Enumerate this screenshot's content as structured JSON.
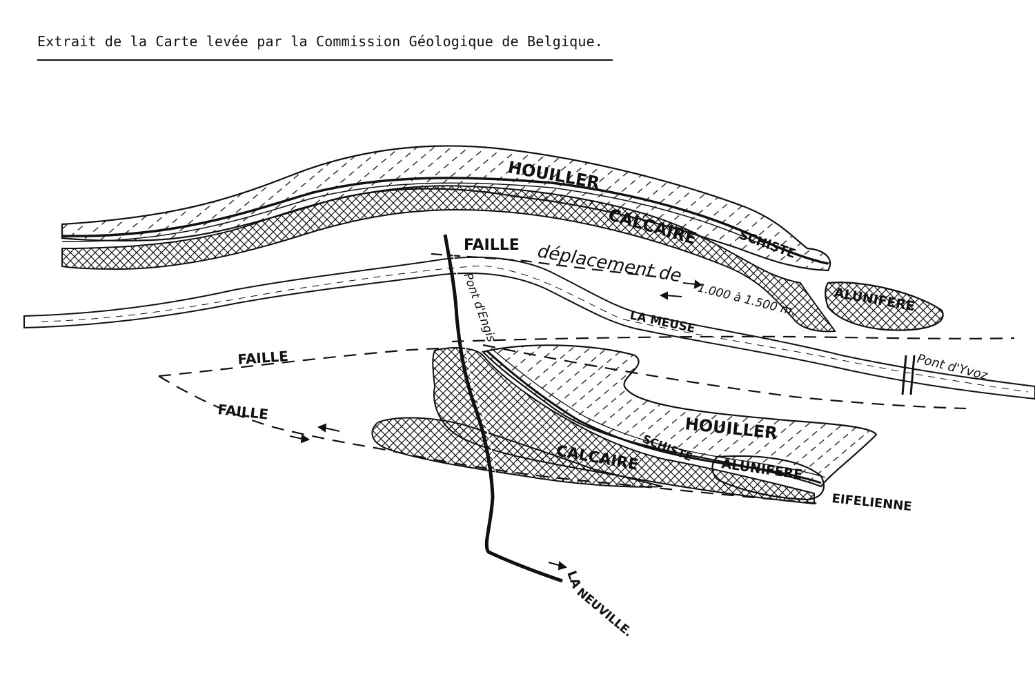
{
  "title": "Extrait de la Carte levée par la Commission Géologique de Belgique.",
  "labels": {
    "houiller_north": "HOUILLER",
    "calcaire_north": "CALCAIRE",
    "schiste_north": "SCHISTE",
    "alunifere_north": "ALUNIFERE",
    "faille_main": "FAILLE",
    "deplacement": "déplacement de",
    "distance": "1.000 à 1.500 m.",
    "pont_engis": "Pont d'Engis",
    "la_meuse": "LA MEUSE",
    "pont_yvoz": "Pont d'Yvoz",
    "faille_1": "FAILLE",
    "faille_2": "FAILLE",
    "houiller_south": "HOUILLER",
    "calcaire_south": "CALCAIRE",
    "schiste_south": "SCHISTE",
    "alunifere_south": "ALUNIFERE",
    "eifelienne": "EIFELIENNE",
    "la_neuville_1": "LA",
    "la_neuville_2": "NEUVILLE."
  },
  "colors": {
    "ink": "#111111",
    "paper": "#ffffff"
  }
}
